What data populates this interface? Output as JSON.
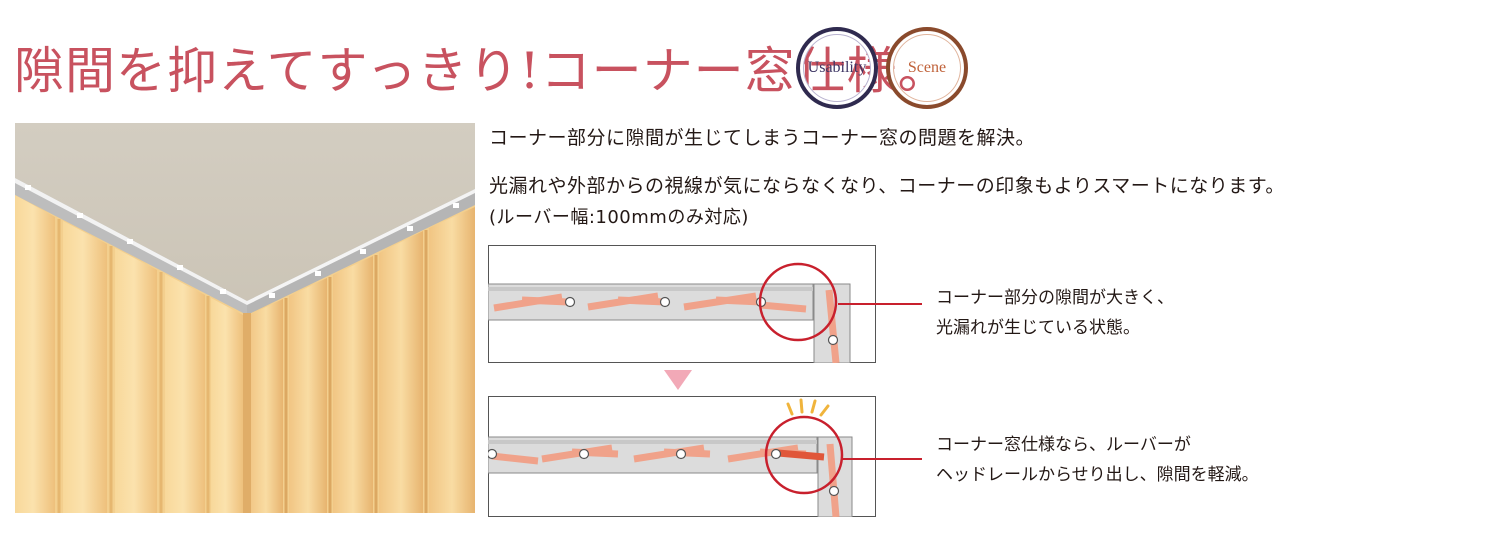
{
  "header": {
    "title": "隙間を抑えてすっきり!コーナー窓仕様。",
    "badges": [
      "Usability",
      "Scene"
    ]
  },
  "description": {
    "line1": "コーナー部分に隙間が生じてしまうコーナー窓の問題を解決。",
    "line2": "光漏れや外部からの視線が気にならなくなり、コーナーの印象もよりスマートになります。",
    "note": "(ルーバー幅:100mmのみ対応)"
  },
  "diagram_before": {
    "caption": [
      "コーナー部分の隙間が大きく、",
      "光漏れが生じている状態。"
    ]
  },
  "diagram_after": {
    "caption": [
      "コーナー窓仕様なら、ルーバーが",
      "ヘッドレールからせり出し、隙間を軽減。"
    ]
  },
  "colors": {
    "title": "#c8525f",
    "louver": "#f0a28a",
    "highlight": "#c8202d",
    "rail": "#d9d9d9",
    "arrow": "#f2a9b7",
    "usability_ring": "#2f2a4f",
    "scene_ring": "#8a4a2c"
  }
}
